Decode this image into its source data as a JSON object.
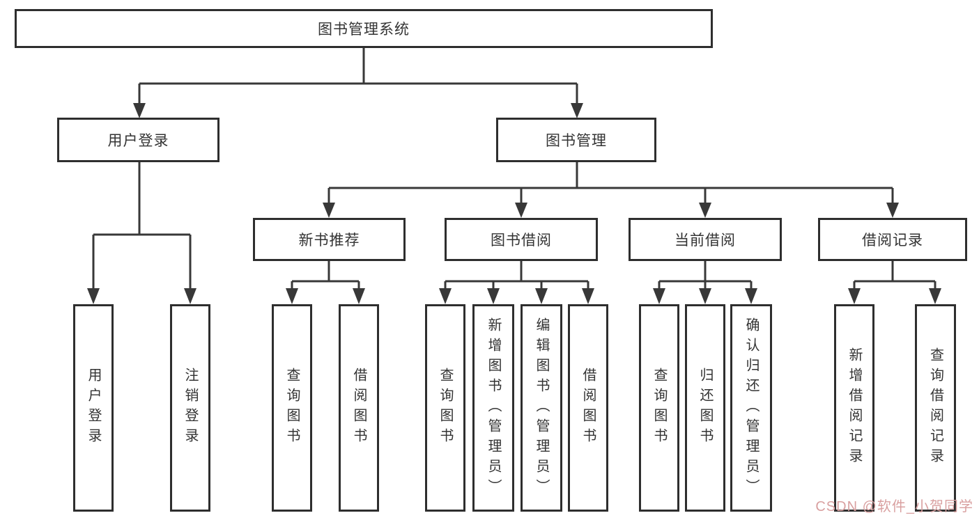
{
  "colors": {
    "background": "#ffffff",
    "line": "#383838",
    "box_border": "#2e2e2e",
    "text": "#333333",
    "watermark": "#d9a0a0"
  },
  "tree": {
    "root": "图书管理系统",
    "branches": [
      {
        "label": "用户登录",
        "children": [
          {
            "label": "用户登录"
          },
          {
            "label": "注销登录"
          }
        ]
      },
      {
        "label": "图书管理",
        "children": [
          {
            "label": "新书推荐",
            "children": [
              {
                "label": "查询图书"
              },
              {
                "label": "借阅图书"
              }
            ]
          },
          {
            "label": "图书借阅",
            "children": [
              {
                "label": "查询图书"
              },
              {
                "label": "新增图书（管理员）"
              },
              {
                "label": "编辑图书（管理员）"
              },
              {
                "label": "借阅图书"
              }
            ]
          },
          {
            "label": "当前借阅",
            "children": [
              {
                "label": "查询图书"
              },
              {
                "label": "归还图书"
              },
              {
                "label": "确认归还（管理员）"
              }
            ]
          },
          {
            "label": "借阅记录",
            "children": [
              {
                "label": "新增借阅记录"
              },
              {
                "label": "查询借阅记录"
              }
            ]
          }
        ]
      }
    ]
  },
  "watermark": {
    "text": "CSDN @软件_小贺同学"
  }
}
